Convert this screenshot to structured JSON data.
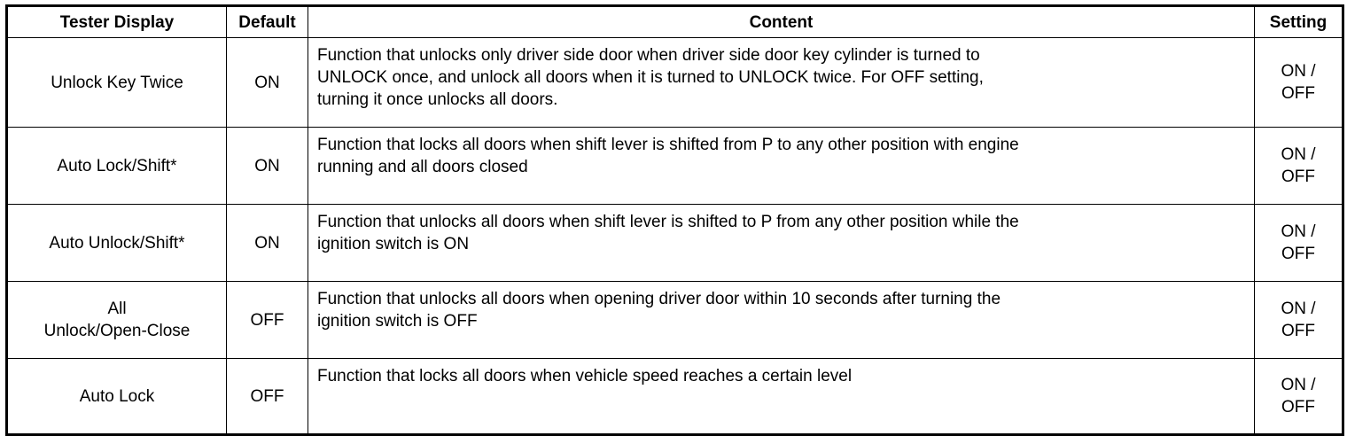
{
  "table": {
    "headers": {
      "tester_display": "Tester Display",
      "default": "Default",
      "content": "Content",
      "setting": "Setting"
    },
    "rows": [
      {
        "display_line1": "Unlock Key Twice",
        "display_line2": "",
        "default": "ON",
        "content_line1": "Function that unlocks only driver side door when driver side door key cylinder is turned to",
        "content_line2": "UNLOCK once, and unlock all doors when it is turned to UNLOCK twice. For OFF setting,",
        "content_line3": "turning it once unlocks all doors.",
        "setting_line1": "ON /",
        "setting_line2": "OFF"
      },
      {
        "display_line1": "Auto Lock/Shift*",
        "display_line2": "",
        "default": "ON",
        "content_line1": "Function that locks all doors when shift lever is shifted from P to any other position with engine",
        "content_line2": "running and all doors closed",
        "content_line3": "",
        "setting_line1": "ON /",
        "setting_line2": "OFF"
      },
      {
        "display_line1": "Auto Unlock/Shift*",
        "display_line2": "",
        "default": "ON",
        "content_line1": "Function that unlocks all doors when shift lever is shifted to P from any other position while the",
        "content_line2": "ignition switch is ON",
        "content_line3": "",
        "setting_line1": "ON /",
        "setting_line2": "OFF"
      },
      {
        "display_line1": "All",
        "display_line2": "Unlock/Open-Close",
        "default": "OFF",
        "content_line1": "Function that unlocks all doors when opening driver door within 10 seconds after turning the",
        "content_line2": "ignition switch is OFF",
        "content_line3": "",
        "setting_line1": "ON /",
        "setting_line2": "OFF"
      },
      {
        "display_line1": "Auto Lock",
        "display_line2": "",
        "default": "OFF",
        "content_line1": "Function that locks all doors when vehicle speed reaches a certain level",
        "content_line2": "",
        "content_line3": "",
        "setting_line1": "ON /",
        "setting_line2": "OFF"
      }
    ]
  },
  "colors": {
    "border": "#000000",
    "text": "#000000",
    "background": "#ffffff"
  }
}
